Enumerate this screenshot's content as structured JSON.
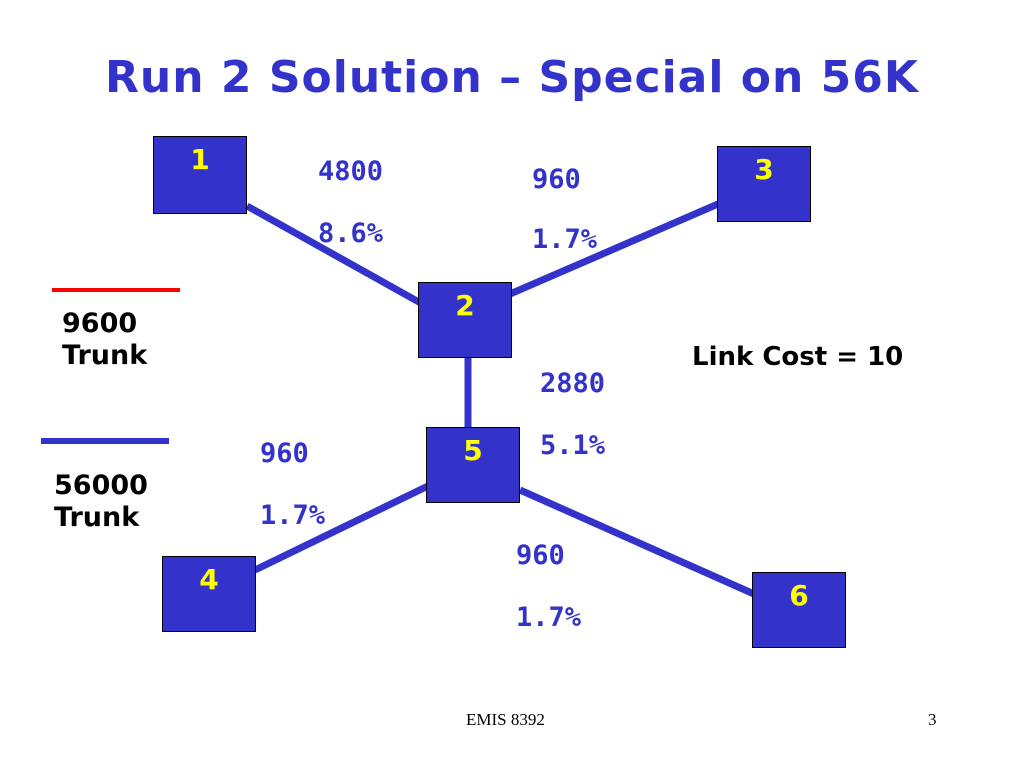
{
  "title": "Run 2 Solution – Special on 56K",
  "colors": {
    "trunk_9600": "#ff0000",
    "trunk_56000": "#3333cc",
    "node_fill": "#3333cc",
    "node_text": "#ffff00",
    "label_text": "#3333cc"
  },
  "nodes": [
    "1",
    "2",
    "3",
    "4",
    "5",
    "6"
  ],
  "links": [
    {
      "id": "1-2",
      "flow": "4800",
      "utilization": "8.6%"
    },
    {
      "id": "2-3",
      "flow": "960",
      "utilization": "1.7%"
    },
    {
      "id": "2-5",
      "flow": "2880",
      "utilization": "5.1%"
    },
    {
      "id": "5-4",
      "flow": "960",
      "utilization": "1.7%"
    },
    {
      "id": "5-6",
      "flow": "960",
      "utilization": "1.7%"
    }
  ],
  "legend": {
    "trunk_9600": {
      "line1": "9600",
      "line2": "Trunk"
    },
    "trunk_56000": {
      "line1": "56000",
      "line2": "Trunk"
    }
  },
  "link_cost": "Link Cost = 10",
  "footer": {
    "course": "EMIS 8392",
    "page": "3"
  }
}
